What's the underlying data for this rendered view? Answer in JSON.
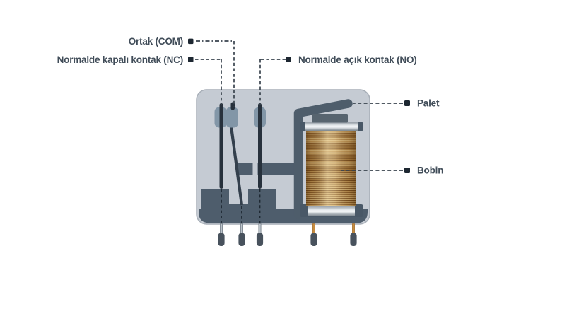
{
  "diagram": {
    "type": "relay-cutaway",
    "labels": {
      "com": "Ortak (COM)",
      "nc": "Normalde kapalı kontak (NC)",
      "no": "Normalde açık kontak (NO)",
      "palet": "Palet",
      "bobin": "Bobin"
    },
    "colors": {
      "background": "#ffffff",
      "relay_body": "#c5cbd3",
      "dark_slate": "#4e5d6c",
      "contact_post": "#27313c",
      "contact_pad": "#8296a7",
      "copper_base": "#c0924f",
      "copper_dark": "#7b4e1f",
      "copper_highlight": "#e6cb90",
      "silver_light": "#f4f7f9",
      "pin_tip": "#48525d",
      "coil_pin_stem": "#c78c3f",
      "label_text": "#414d59",
      "leader_line": "#39434d"
    }
  }
}
